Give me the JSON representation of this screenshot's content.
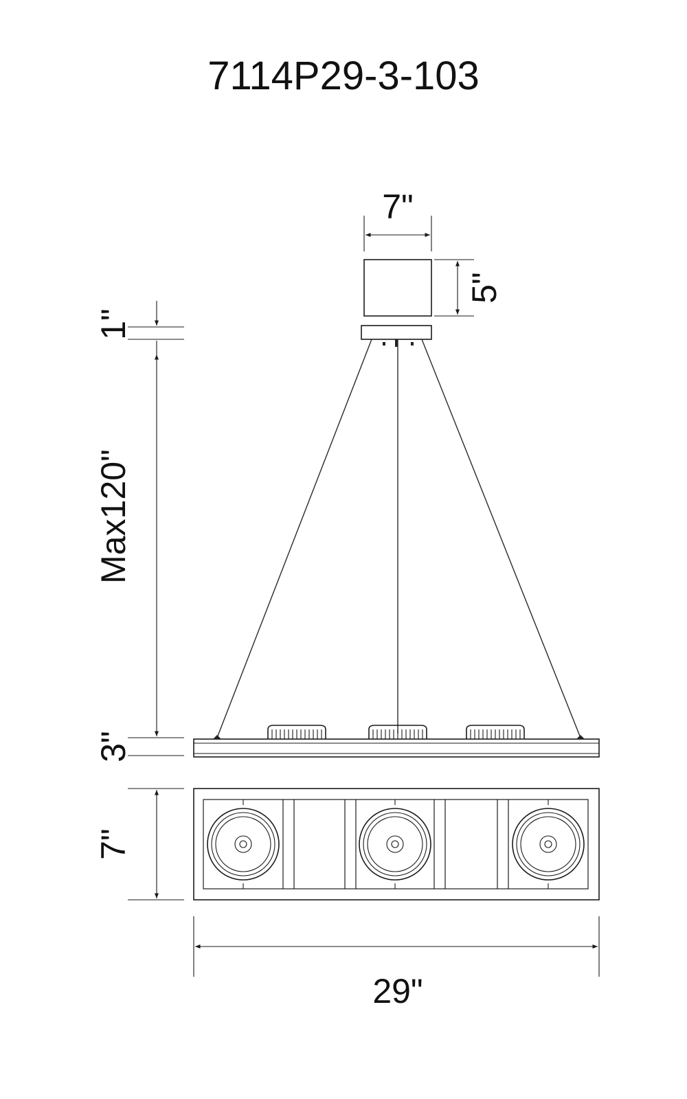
{
  "title": "7114P29-3-103",
  "dimensions": {
    "canopy_width": "7\"",
    "canopy_height": "5\"",
    "top_gap": "1\"",
    "max_length": "Max120\"",
    "fixture_height": "3\"",
    "fixture_depth": "7\"",
    "fixture_width": "29\""
  }
}
